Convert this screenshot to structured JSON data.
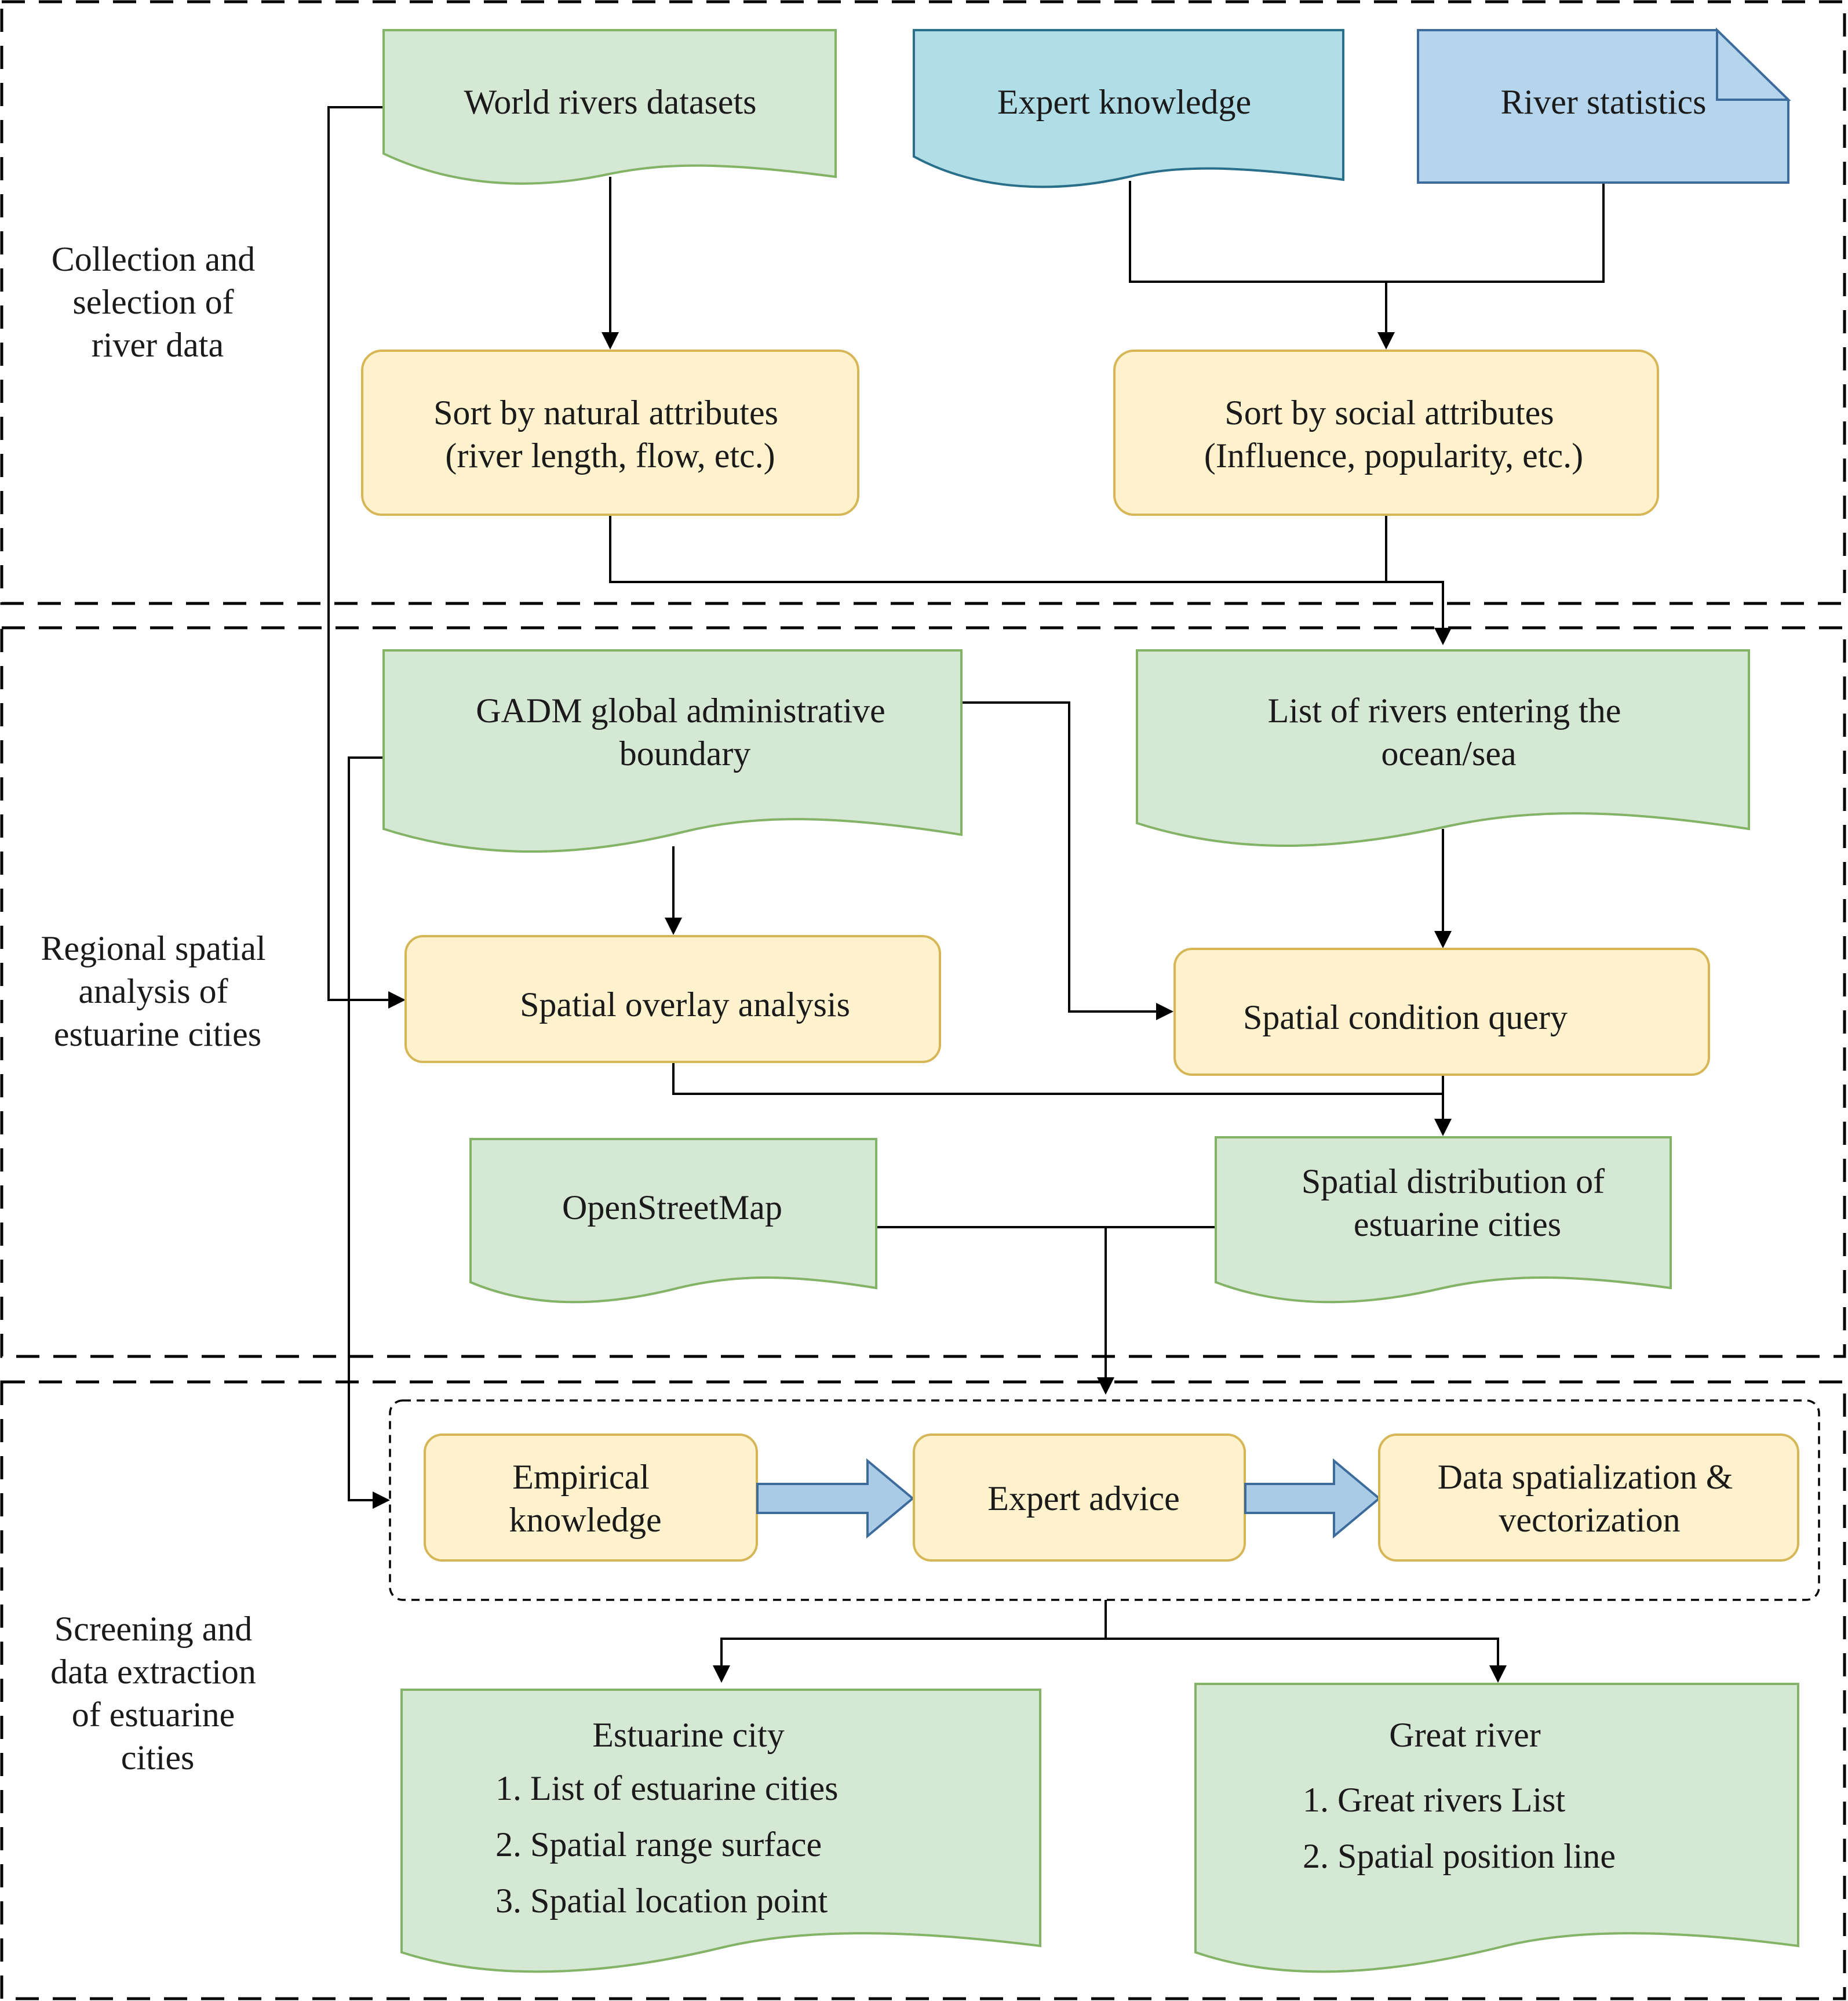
{
  "regions": {
    "collection": {
      "label_lines": [
        "Collection and",
        "selection of",
        "river data"
      ]
    },
    "regional": {
      "label_lines": [
        "Regional spatial",
        "analysis of",
        "estuarine cities"
      ]
    },
    "screening": {
      "label_lines": [
        "Screening and",
        "data extraction",
        "of estuarine",
        "cities"
      ]
    }
  },
  "nodes": {
    "world_rivers": {
      "lines": [
        "World rivers datasets"
      ]
    },
    "expert_knowledge": {
      "lines": [
        "Expert knowledge"
      ]
    },
    "river_statistics": {
      "lines": [
        "River statistics"
      ]
    },
    "sort_natural": {
      "lines": [
        "Sort by natural attributes",
        "(river length, flow, etc.)"
      ]
    },
    "sort_social": {
      "lines": [
        "Sort by social attributes",
        "(Influence, popularity, etc.)"
      ]
    },
    "gadm": {
      "lines": [
        "GADM global administrative",
        "boundary"
      ]
    },
    "rivers_ocean": {
      "lines": [
        "List of rivers entering the",
        "ocean/sea"
      ]
    },
    "overlay": {
      "lines": [
        "Spatial overlay analysis"
      ]
    },
    "condition_query": {
      "lines": [
        "Spatial condition query"
      ]
    },
    "osm": {
      "lines": [
        "OpenStreetMap"
      ]
    },
    "distribution": {
      "lines": [
        "Spatial distribution of",
        "estuarine cities"
      ]
    },
    "empirical": {
      "lines": [
        "Empirical",
        "knowledge"
      ]
    },
    "expert_advice": {
      "lines": [
        "Expert advice"
      ]
    },
    "spatialization": {
      "lines": [
        "Data spatialization &",
        "vectorization"
      ]
    },
    "estuarine_city": {
      "title": "Estuarine city",
      "items": [
        "1. List of estuarine cities",
        "2. Spatial range surface",
        "3. Spatial location point"
      ]
    },
    "great_river": {
      "title": "Great river",
      "items": [
        "1. Great rivers List",
        "2. Spatial position line"
      ]
    }
  },
  "colors": {
    "document_green": "#d5e8d4",
    "document_green_border": "#82b366",
    "process_yellow": "#fff2cc",
    "process_yellow_border": "#d6b656",
    "document_blue": "#b1dde6",
    "note_blue": "#b4d5ec",
    "fat_arrow_blue": "#a9cbe6"
  }
}
